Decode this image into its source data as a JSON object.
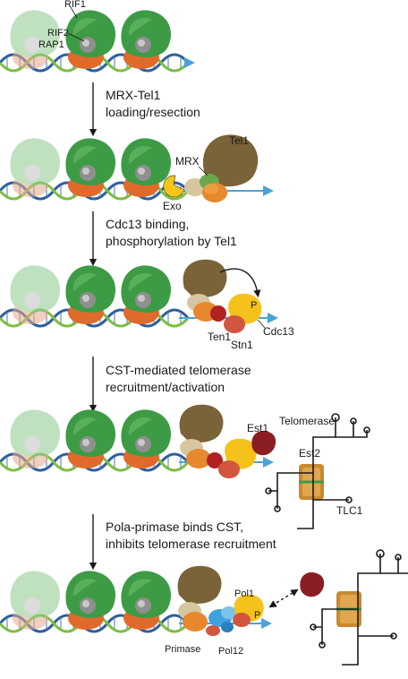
{
  "steps": [
    {
      "labels": {
        "rif1": "RIF1",
        "rif2": "RIF2",
        "rap1": "RAP1"
      }
    },
    {
      "transition": [
        "MRX-Tel1",
        "loading/resection"
      ],
      "labels": {
        "tel1": "Tel1",
        "mrx": "MRX",
        "exo": "Exo"
      }
    },
    {
      "transition": [
        "Cdc13 binding,",
        "phosphorylation by Tel1"
      ],
      "labels": {
        "p": "P",
        "cdc13": "Cdc13",
        "ten1": "Ten1",
        "stn1": "Stn1"
      }
    },
    {
      "transition": [
        "CST-mediated telomerase",
        "recruitment/activation"
      ],
      "labels": {
        "est1": "Est1",
        "telomerase": "Telomerase",
        "est2": "Est2",
        "tlc1": "TLC1"
      }
    },
    {
      "transition": [
        "Pola-primase binds CST,",
        "inhibits telomerase recruitment"
      ],
      "labels": {
        "pol1": "Pol1",
        "p": "P",
        "primase": "Primase",
        "pol12": "Pol12"
      }
    }
  ],
  "colors": {
    "rif1_green": "#3d9b45",
    "rap1_orange": "#e06a2c",
    "rif2_gray": "#8f8f8f",
    "dna_blue": "#2c5f9e",
    "dna_green": "#7cbf3f",
    "mrx_brown": "#7a6338",
    "exo_yellow": "#f5c518",
    "cdc13_yellow": "#f4c21a",
    "ten1_red": "#b22222",
    "stn1_red": "#d2553f",
    "est1_red": "#8b1e24",
    "est2_orange": "#c9892f",
    "pol_blue": "#3fa2dc",
    "tail_blue": "#4aa3d8"
  }
}
